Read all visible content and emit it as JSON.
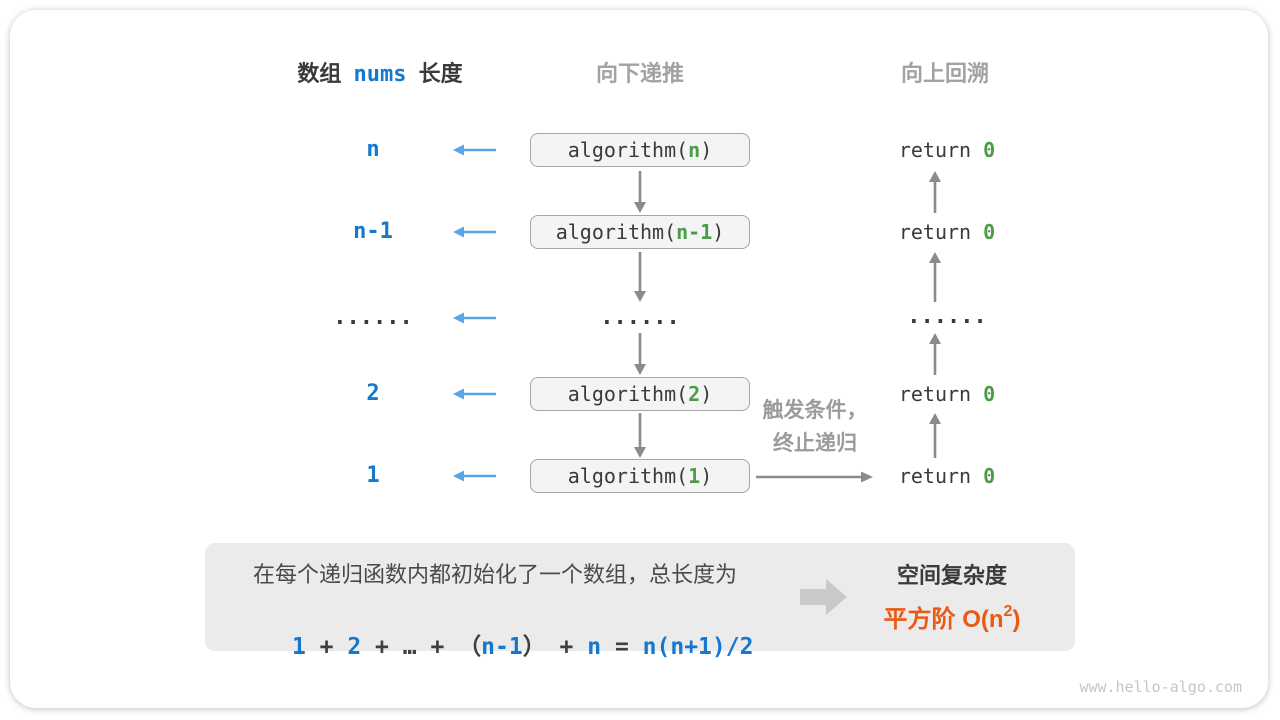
{
  "title_row": {
    "col1_prefix": "数组",
    "col1_code": "nums",
    "col1_suffix": "长度",
    "col2": "向下递推",
    "col3": "向上回溯"
  },
  "shared": {
    "call_open": "algorithm(",
    "call_close": ")",
    "return_kw": "return ",
    "return_val": "0",
    "dots": "......"
  },
  "rows": [
    {
      "length": "n",
      "arg": "n"
    },
    {
      "length": "n-1",
      "arg": "n-1"
    },
    {
      "length": "......"
    },
    {
      "length": "2",
      "arg": "2"
    },
    {
      "length": "1",
      "arg": "1"
    }
  ],
  "trigger_note": {
    "line1": "触发条件，",
    "line2": "终止递归"
  },
  "summary": {
    "line1": "在每个递归函数内都初始化了一个数组，总长度为",
    "formula": {
      "n1": "1",
      "plus1": " + ",
      "n2": "2",
      "plus2": " + ",
      "ellipsis": "…",
      "plus3": " + ",
      "open_paren": "（",
      "n3": "n-1",
      "close_paren": "）",
      "plus4": " + ",
      "n4": "n",
      "equals": " = ",
      "result": "n(n+1)/2"
    },
    "result_title": "空间复杂度",
    "result_label": "平方阶 O(n",
    "result_sup": "2",
    "result_close": ")"
  },
  "watermark": "www.hello-algo.com",
  "colors": {
    "blue": "#1478d1",
    "light_blue": "#58a5e8",
    "green": "#4e9b47",
    "orange": "#ea5a14",
    "gray_arrow": "#8b8b8b",
    "dark": "#3a3a3a"
  }
}
